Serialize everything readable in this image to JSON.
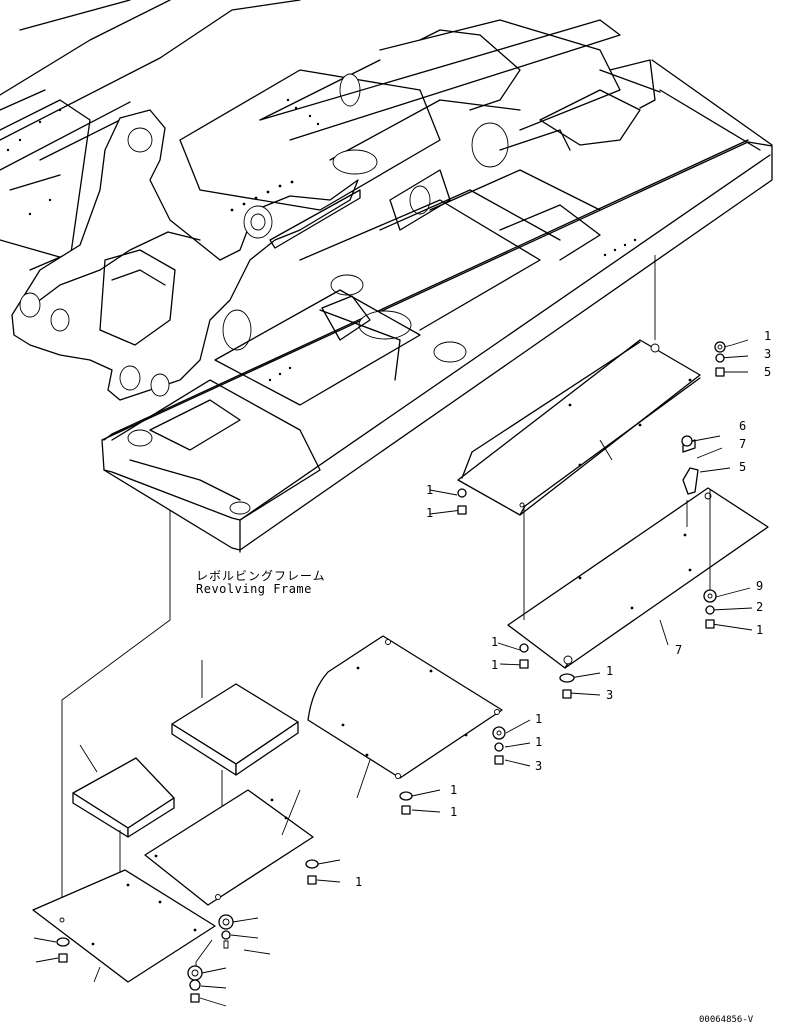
{
  "frame_label": {
    "japanese": "レボルビングフレーム",
    "english": "Revolving Frame"
  },
  "drawing_number": "00064856-V",
  "callouts": [
    {
      "id": "c1",
      "text": "1"
    },
    {
      "id": "c2",
      "text": "3"
    },
    {
      "id": "c3",
      "text": "5"
    },
    {
      "id": "c4",
      "text": "6"
    },
    {
      "id": "c5",
      "text": "7"
    },
    {
      "id": "c6",
      "text": "5"
    },
    {
      "id": "c7",
      "text": "1"
    },
    {
      "id": "c8",
      "text": "1"
    },
    {
      "id": "c9",
      "text": "9"
    },
    {
      "id": "c10",
      "text": "2"
    },
    {
      "id": "c11",
      "text": "1"
    },
    {
      "id": "c12",
      "text": "7"
    },
    {
      "id": "c13",
      "text": "1"
    },
    {
      "id": "c14",
      "text": "1"
    },
    {
      "id": "c15",
      "text": "1"
    },
    {
      "id": "c16",
      "text": "3"
    },
    {
      "id": "c17",
      "text": "1"
    },
    {
      "id": "c18",
      "text": "1"
    },
    {
      "id": "c19",
      "text": "3"
    },
    {
      "id": "c20",
      "text": "1"
    },
    {
      "id": "c21",
      "text": "1"
    },
    {
      "id": "c22",
      "text": "1"
    }
  ]
}
